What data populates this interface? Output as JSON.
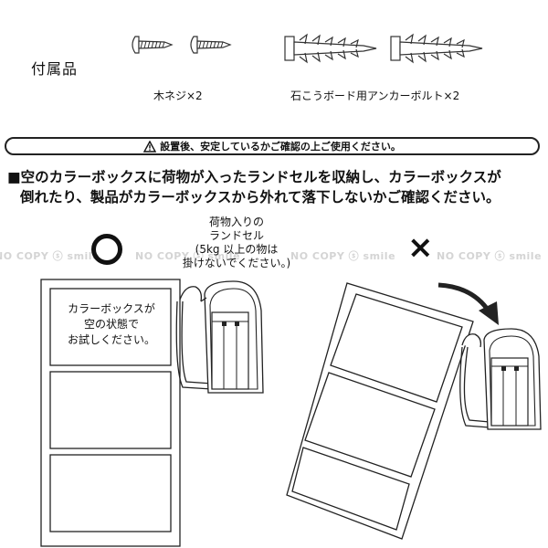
{
  "accessories": {
    "title": "付属品",
    "wood_screw_label": "木ネジ×2",
    "anchor_bolt_label": "石こうボード用アンカーボルト×2"
  },
  "warning_bar": {
    "icon": "warning-triangle-icon",
    "text": "設置後、安定しているかご確認の上ご使用ください。"
  },
  "notice": {
    "line1": "■空のカラーボックスに荷物が入ったランドセルを収納し、カラーボックスが",
    "line2": "倒れたり、製品がカラーボックスから外れて落下しないかご確認ください。"
  },
  "good_example": {
    "mark": "circle-ok-mark",
    "box_text_lines": [
      "カラーボックスが",
      "空の状態で",
      "お試しください。"
    ]
  },
  "bag_caption_lines": [
    "荷物入りの",
    "ランドセル",
    "(5kg 以上の物は",
    "掛けないでください。)"
  ],
  "bad_example": {
    "mark": "×",
    "arrow_icon": "curved-arrow-icon"
  },
  "watermark": {
    "text": "NO COPY",
    "brand": "smile"
  },
  "colors": {
    "line": "#222222",
    "watermark": "#d4d4d4"
  }
}
